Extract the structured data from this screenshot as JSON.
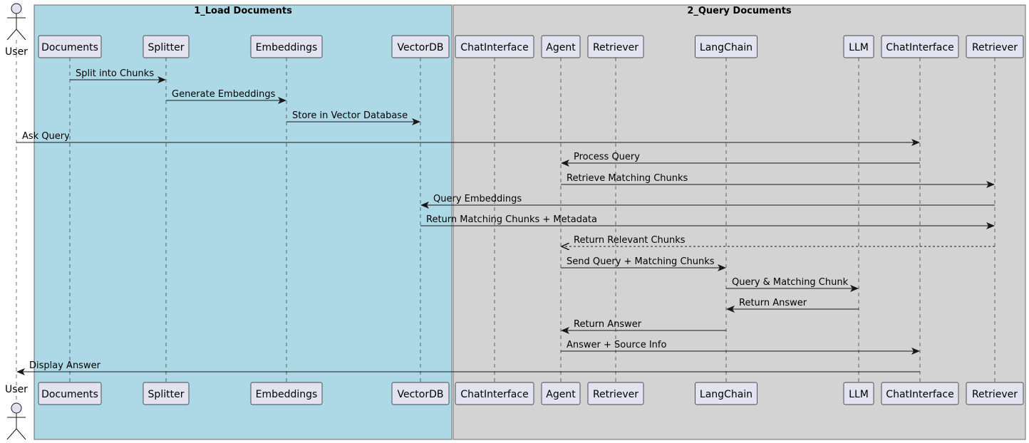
{
  "boxes": [
    {
      "id": "load",
      "title": "1_Load Documents",
      "color": "#add8e6"
    },
    {
      "id": "query",
      "title": "2_Query Documents",
      "color": "#d3d3d3"
    }
  ],
  "actor": {
    "label": "User"
  },
  "participants": [
    {
      "id": "documents",
      "label": "Documents"
    },
    {
      "id": "splitter",
      "label": "Splitter"
    },
    {
      "id": "embeddings",
      "label": "Embeddings"
    },
    {
      "id": "vectordb",
      "label": "VectorDB"
    },
    {
      "id": "chatinterface1",
      "label": "ChatInterface"
    },
    {
      "id": "agent",
      "label": "Agent"
    },
    {
      "id": "retriever1",
      "label": "Retriever"
    },
    {
      "id": "langchain",
      "label": "LangChain"
    },
    {
      "id": "llm",
      "label": "LLM"
    },
    {
      "id": "chatinterface2",
      "label": "ChatInterface"
    },
    {
      "id": "retriever2",
      "label": "Retriever"
    }
  ],
  "messages": [
    {
      "from": "documents",
      "to": "splitter",
      "label": "Split into Chunks",
      "dashed": false
    },
    {
      "from": "splitter",
      "to": "embeddings",
      "label": "Generate Embeddings",
      "dashed": false
    },
    {
      "from": "embeddings",
      "to": "vectordb",
      "label": "Store in Vector Database",
      "dashed": false
    },
    {
      "from": "user",
      "to": "chatinterface2",
      "label": "Ask Query",
      "dashed": false
    },
    {
      "from": "chatinterface2",
      "to": "agent",
      "label": "Process Query",
      "dashed": false
    },
    {
      "from": "agent",
      "to": "retriever2",
      "label": "Retrieve Matching Chunks",
      "dashed": false
    },
    {
      "from": "retriever2",
      "to": "vectordb",
      "label": "Query Embeddings",
      "dashed": false
    },
    {
      "from": "vectordb",
      "to": "retriever2",
      "label": "Return Matching Chunks + Metadata",
      "dashed": false
    },
    {
      "from": "retriever2",
      "to": "agent",
      "label": "Return Relevant Chunks",
      "dashed": true
    },
    {
      "from": "agent",
      "to": "langchain",
      "label": "Send Query + Matching Chunks",
      "dashed": false
    },
    {
      "from": "langchain",
      "to": "llm",
      "label": "Query & Matching Chunk",
      "dashed": false
    },
    {
      "from": "llm",
      "to": "langchain",
      "label": "Return Answer",
      "dashed": false
    },
    {
      "from": "langchain",
      "to": "agent",
      "label": "Return Answer",
      "dashed": false
    },
    {
      "from": "agent",
      "to": "chatinterface2",
      "label": "Answer + Source Info",
      "dashed": false
    },
    {
      "from": "chatinterface2",
      "to": "user",
      "label": "Display Answer",
      "dashed": false
    }
  ]
}
